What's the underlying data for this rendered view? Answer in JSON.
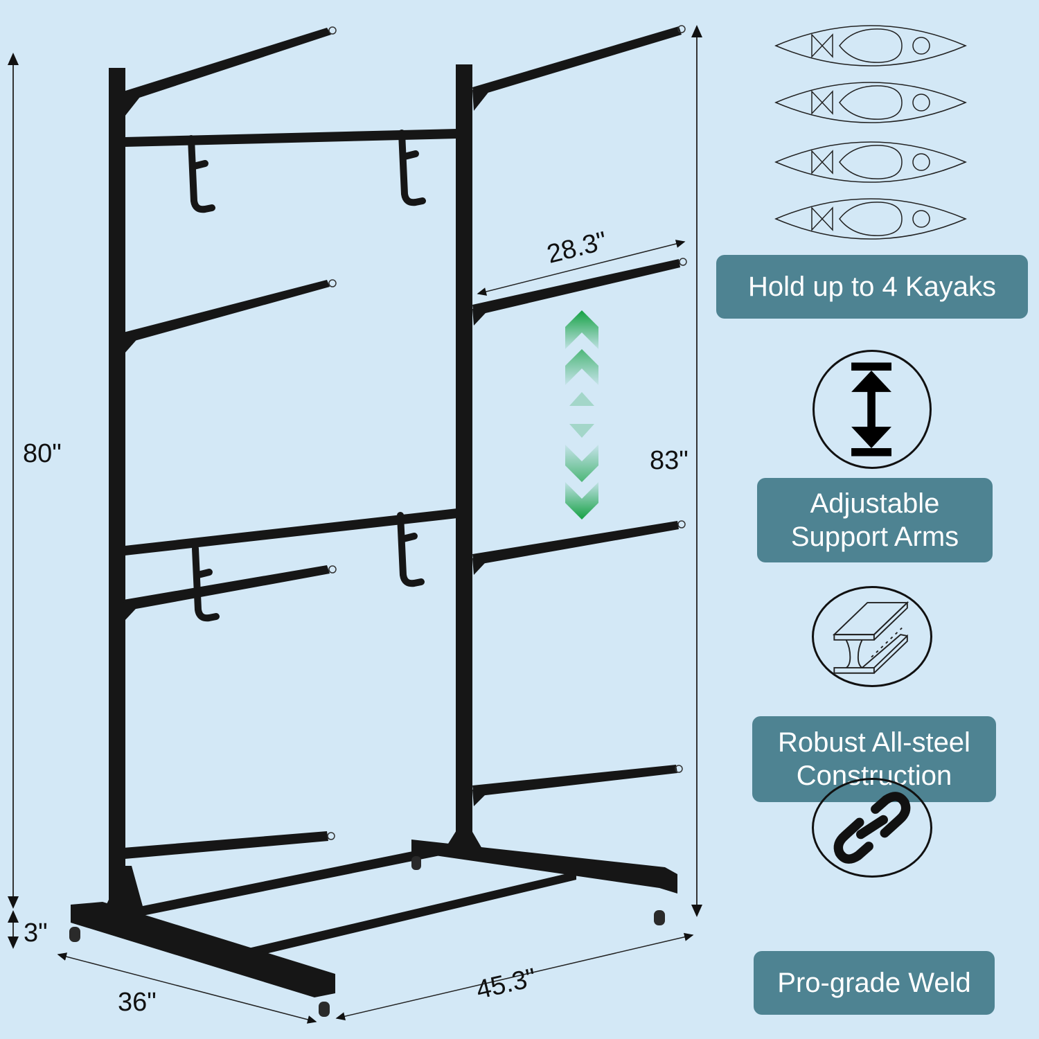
{
  "product": {
    "name": "Freestanding kayak storage rack",
    "color_frame": "#111111",
    "background": "#d3e8f6",
    "accent_badge": "#4e8392",
    "accent_arrows": "#1aa046"
  },
  "dimensions": {
    "total_height": "80\"",
    "upright_height": "83\"",
    "arm_length": "28.3\"",
    "caster_clearance": "3\"",
    "base_depth": "36\"",
    "base_width": "45.3\""
  },
  "features": [
    {
      "icon": "kayak-stack-icon",
      "label": "Hold up to 4 Kayaks"
    },
    {
      "icon": "adjustable-height-icon",
      "label_line1": "Adjustable",
      "label_line2": "Support Arms"
    },
    {
      "icon": "steel-i-beam-icon",
      "label_line1": "Robust All-steel",
      "label_line2": "Construction"
    },
    {
      "icon": "chain-link-icon",
      "label": "Pro-grade Weld"
    }
  ],
  "kayak_count": 4
}
